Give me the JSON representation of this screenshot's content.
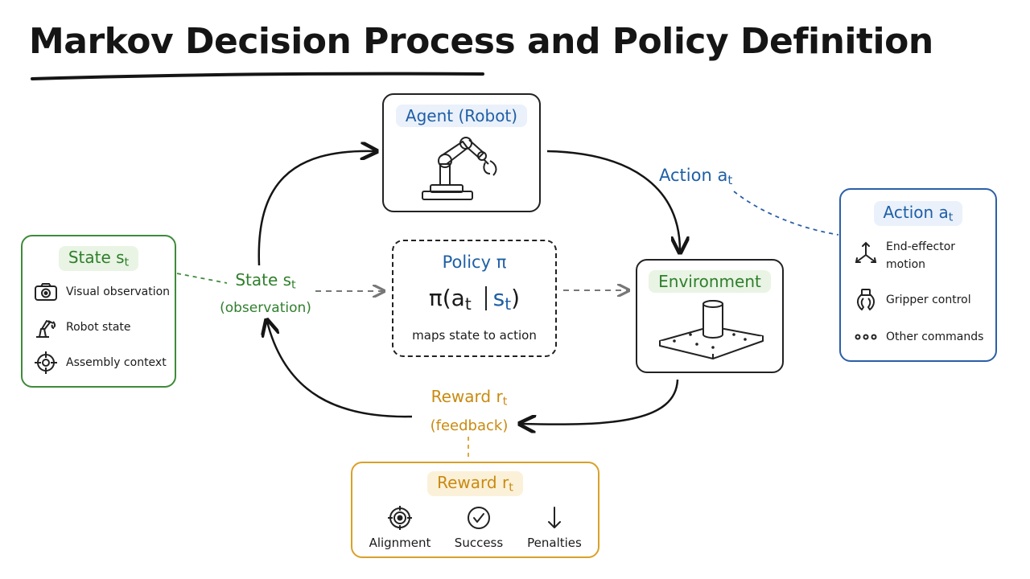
{
  "title": "Markov Decision Process and Policy Definition",
  "agent": {
    "title": "Agent (Robot)"
  },
  "environment": {
    "title": "Environment"
  },
  "policy": {
    "title": "Policy π",
    "formula_fn": "π(",
    "formula_action": "a",
    "formula_action_sub": "t",
    "formula_state": "s",
    "formula_state_sub": "t",
    "formula_close": ")",
    "caption": "maps state to action"
  },
  "loop_labels": {
    "action": {
      "text": "Action ",
      "var": "a",
      "sub": "t"
    },
    "state": {
      "text": "State ",
      "var": "s",
      "sub": "t",
      "note": "(observation)"
    },
    "reward": {
      "text": "Reward ",
      "var": "r",
      "sub": "t",
      "note": "(feedback)"
    }
  },
  "state_panel": {
    "title_text": "State ",
    "title_var": "s",
    "title_sub": "t",
    "items": [
      {
        "label": "Visual observation",
        "icon": "camera-icon"
      },
      {
        "label": "Robot state",
        "icon": "robot-arm-icon"
      },
      {
        "label": "Assembly context",
        "icon": "crosshair-icon"
      }
    ]
  },
  "action_panel": {
    "title_text": "Action ",
    "title_var": "a",
    "title_sub": "t",
    "items": [
      {
        "label_line1": "End-effector",
        "label_line2": "motion",
        "icon": "axes-icon"
      },
      {
        "label_line1": "Gripper control",
        "label_line2": "",
        "icon": "gripper-icon"
      },
      {
        "label_line1": "Other commands",
        "label_line2": "",
        "icon": "dots-icon"
      }
    ]
  },
  "reward_panel": {
    "title_text": "Reward ",
    "title_var": "r",
    "title_sub": "t",
    "items": [
      {
        "label": "Alignment",
        "icon": "target-icon"
      },
      {
        "label": "Success",
        "icon": "check-circle-icon"
      },
      {
        "label": "Penalties",
        "icon": "down-arrow-icon"
      }
    ]
  },
  "colors": {
    "state_green": "#2f7f2c",
    "action_blue": "#1f5fa6",
    "reward_yellow": "#c98a10",
    "ink": "#1a1a1a"
  }
}
